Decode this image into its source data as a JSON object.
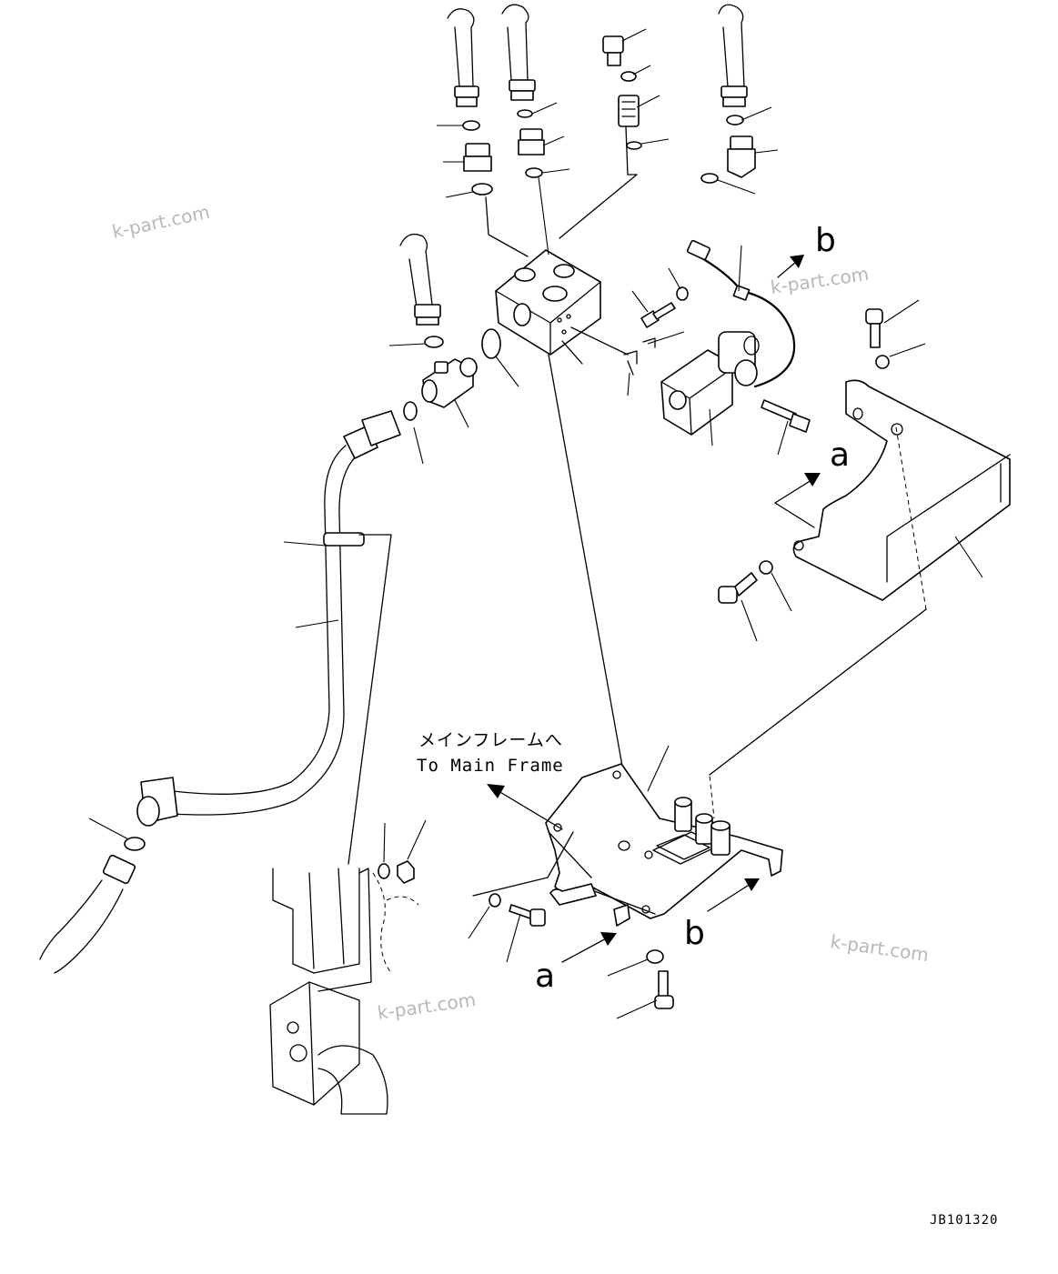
{
  "watermarks": [
    "k-part.com",
    "k-part.com",
    "k-part.com",
    "k-part.com"
  ],
  "view_labels": {
    "a_upper": "a",
    "b_upper": "b",
    "a_lower": "a",
    "b_lower": "b"
  },
  "note": {
    "line1": "メインフレームへ",
    "line2": "To Main Frame"
  },
  "drawing_code": "JB101320"
}
